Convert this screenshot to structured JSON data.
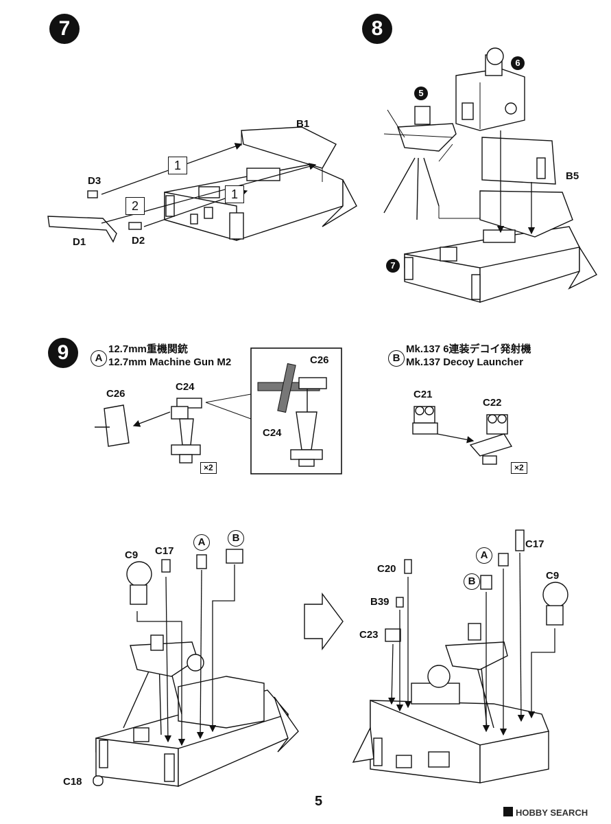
{
  "page_number": "5",
  "watermark": "HOBBY SEARCH",
  "steps": {
    "s7": {
      "number": "7",
      "parts": {
        "b1": "B1",
        "d1": "D1",
        "d2": "D2",
        "d3": "D3"
      },
      "order": [
        "1",
        "2",
        "1"
      ]
    },
    "s8": {
      "number": "8",
      "sub5": "5",
      "sub6": "6",
      "sub7": "7",
      "b5": "B5"
    },
    "s9": {
      "number": "9",
      "a": {
        "letter": "A",
        "title_jp": "12.7mm重機関銃",
        "title_en": "12.7mm Machine Gun M2",
        "parts": {
          "c26": "C26",
          "c24": "C24"
        },
        "detail_c26": "C26",
        "detail_c24": "C24",
        "qty": "×2"
      },
      "b": {
        "letter": "B",
        "title_jp": "Mk.137 6連装デコイ発射機",
        "title_en": "Mk.137 Decoy Launcher",
        "parts": {
          "c21": "C21",
          "c22": "C22"
        },
        "qty": "×2"
      },
      "left": {
        "c9": "C9",
        "c17": "C17",
        "a": "A",
        "b": "B",
        "c18": "C18"
      },
      "right": {
        "c20": "C20",
        "b39": "B39",
        "c23": "C23",
        "a": "A",
        "b": "B",
        "c17": "C17",
        "c9": "C9"
      }
    }
  }
}
